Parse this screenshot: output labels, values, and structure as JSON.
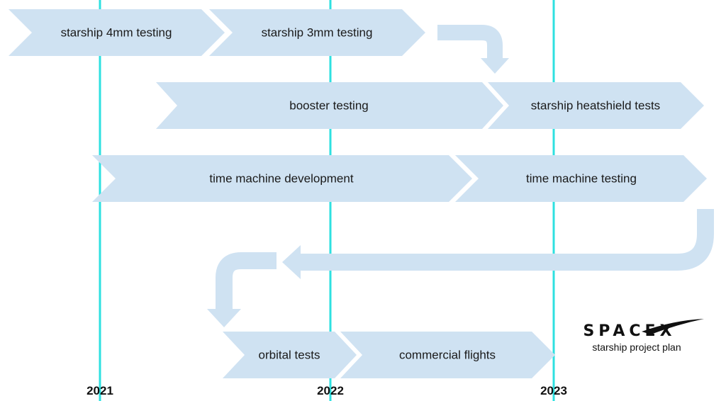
{
  "timeline": {
    "years": [
      "2021",
      "2022",
      "2023"
    ]
  },
  "phases": [
    {
      "label": "starship 4mm testing"
    },
    {
      "label": "starship 3mm testing"
    },
    {
      "label": "booster testing"
    },
    {
      "label": "starship heatshield tests"
    },
    {
      "label": "time machine development"
    },
    {
      "label": "time machine testing"
    },
    {
      "label": "orbital tests"
    },
    {
      "label": "commercial flights"
    }
  ],
  "branding": {
    "logo": "SPACEX",
    "subtitle": "starship project plan"
  },
  "colors": {
    "chevron_fill": "#cfe2f2",
    "year_line": "#2ee0e0",
    "text": "#1a1a1a"
  }
}
